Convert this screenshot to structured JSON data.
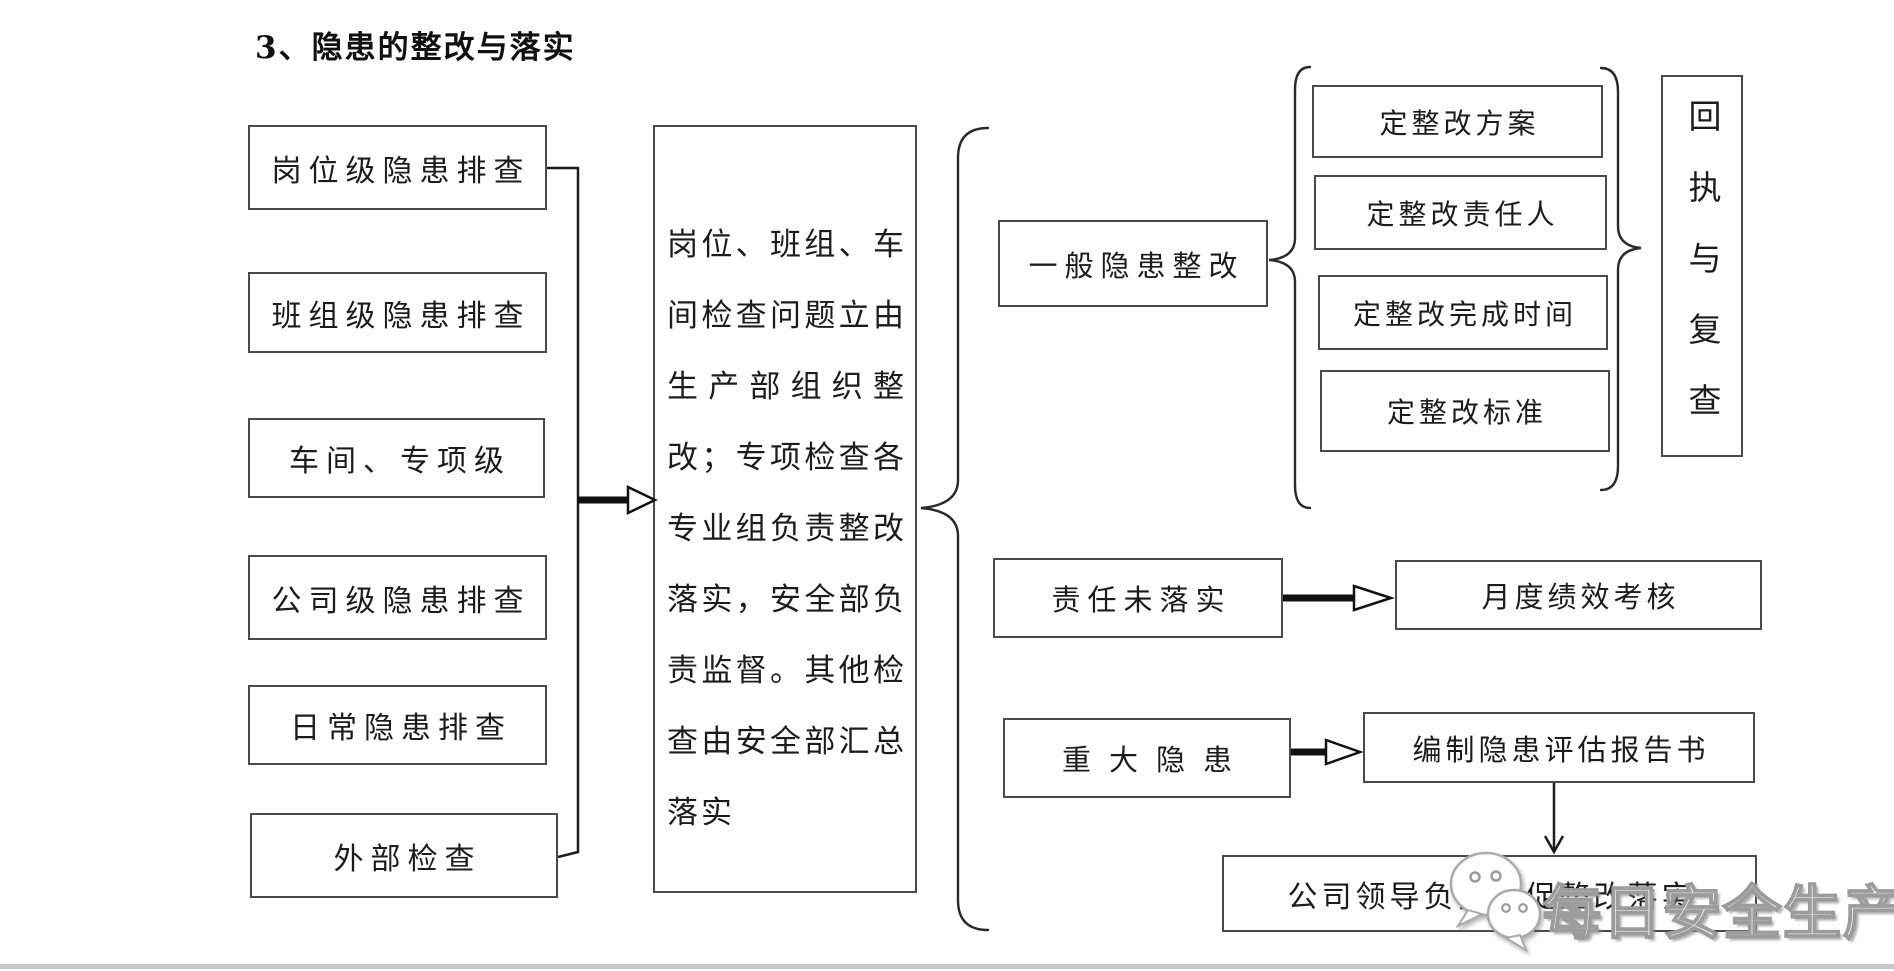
{
  "page": {
    "title": "3、隐患的整改与落实"
  },
  "sources": {
    "boxes": [
      {
        "label": "岗位级隐患排查"
      },
      {
        "label": "班组级隐患排查"
      },
      {
        "label": "车间、专项级"
      },
      {
        "label": "公司级隐患排查"
      },
      {
        "label": "日常隐患排查"
      },
      {
        "label": "外部检查"
      }
    ]
  },
  "process": {
    "text": "岗位、班组、车间检查问题立由生产部组织整改；专项检查各专业组负责整改落实，安全部负责监督。其他检查由安全部汇总落实"
  },
  "general_branch": {
    "label": "一般隐患整改",
    "steps": [
      {
        "label": "定整改方案"
      },
      {
        "label": "定整改责任人"
      },
      {
        "label": "定整改完成时间"
      },
      {
        "label": "定整改标准"
      }
    ],
    "outcome": "回执与复查"
  },
  "unfulfilled_branch": {
    "label": "责任未落实",
    "outcome": "月度绩效考核"
  },
  "major_branch": {
    "label": "重大隐患",
    "report": "编制隐患评估报告书",
    "final": "公司领导负责督促整改落实"
  },
  "watermark": {
    "icon": "wechat-icon",
    "text": "每日安全生产",
    "color": "#9c9c9c"
  },
  "colors": {
    "box_border": "#4a4a4a",
    "line": "#1c1c1c",
    "background": "#ffffff"
  }
}
